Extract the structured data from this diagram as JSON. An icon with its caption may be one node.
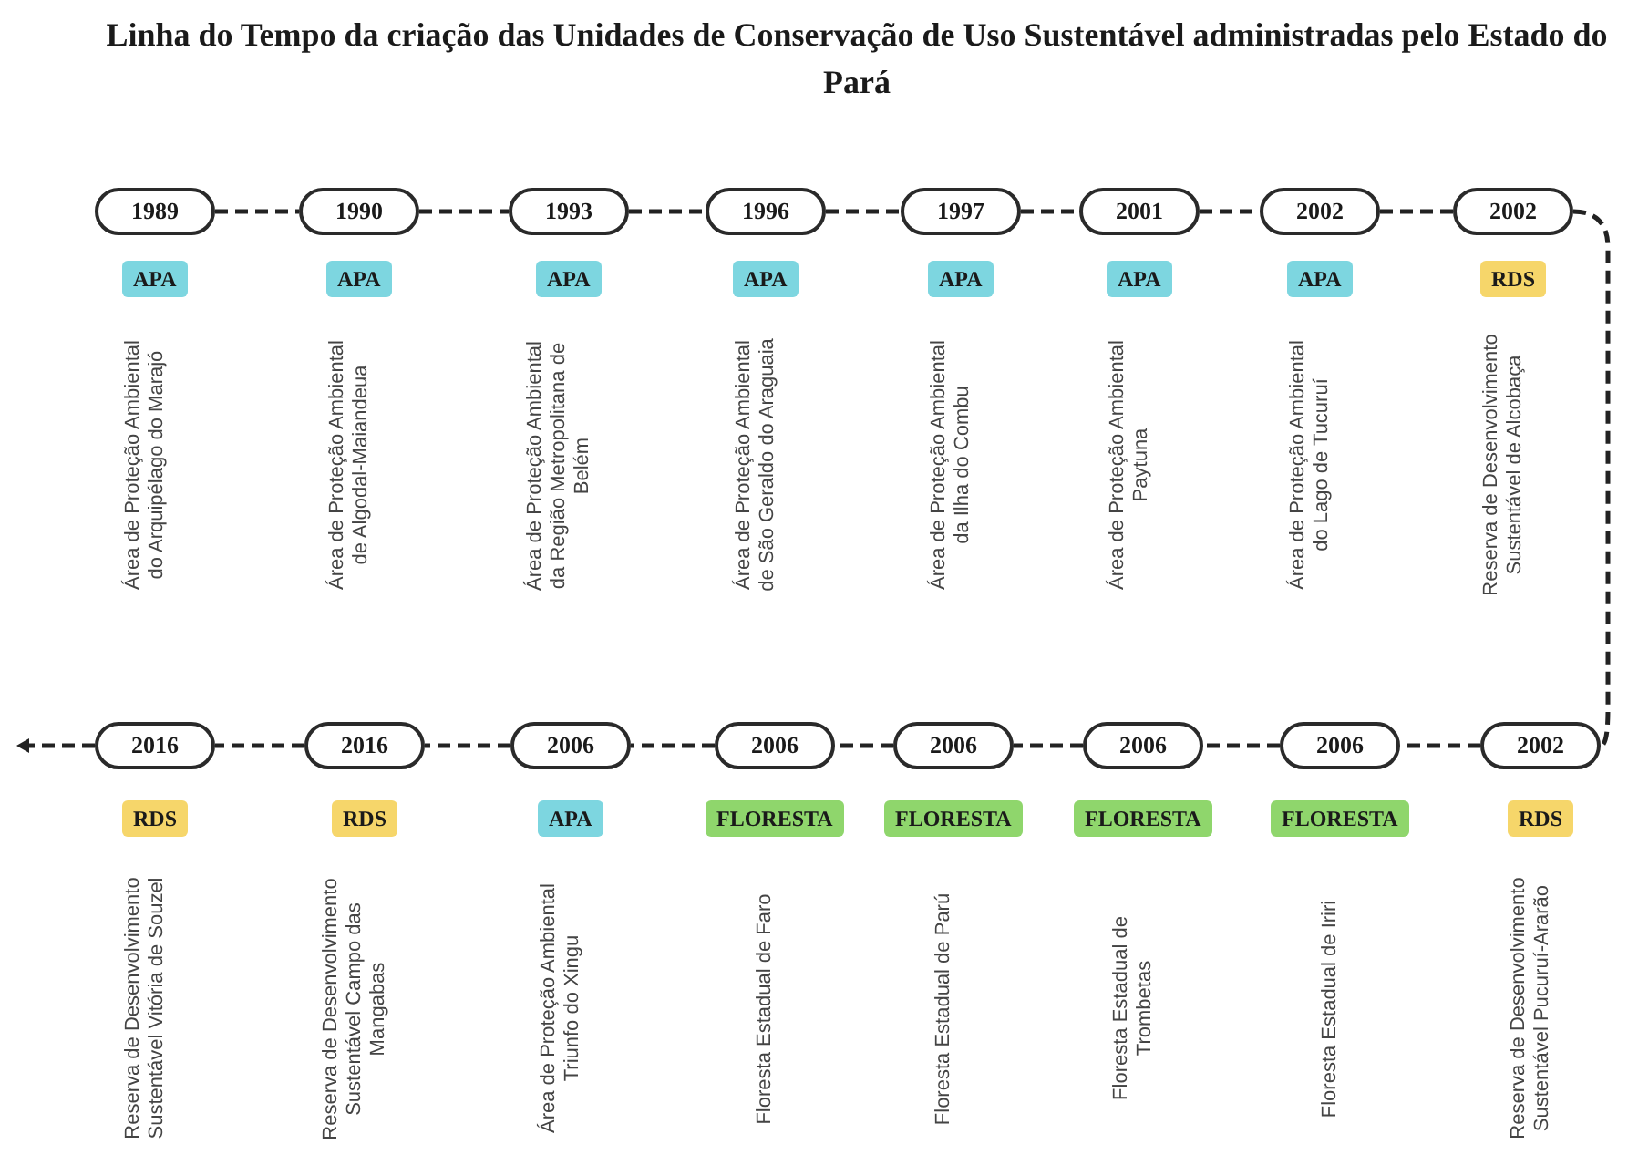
{
  "diagram": {
    "title": "Linha do Tempo da criação das Unidades de Conservação de Uso Sustentável administradas pelo Estado do Pará",
    "nodes": [
      {
        "text": [
          "1989"
        ]
      },
      {
        "text": [
          "APA"
        ],
        "beside": [
          "Área de Proteção Ambiental do Arquipélago do Marajó"
        ]
      },
      {
        "text": [
          "1990"
        ]
      },
      {
        "text": [
          "APA"
        ],
        "beside": [
          "Área de Proteção Ambiental de Algodal-Maiandeua"
        ]
      },
      {
        "text": [
          "1993"
        ]
      },
      {
        "text": [
          "APA"
        ],
        "beside": [
          "Área de Proteção Ambiental da Região Metropolitana de Belém"
        ]
      },
      {
        "text": [
          "1996"
        ]
      },
      {
        "text": [
          "APA"
        ],
        "beside": [
          "Área de Proteção Ambiental de São Geraldo do Araguaia"
        ]
      },
      {
        "text": [
          "1997"
        ]
      },
      {
        "text": [
          "APA"
        ],
        "beside": [
          "Área de Proteção Ambiental da Ilha do Combu"
        ]
      },
      {
        "text": [
          "2001"
        ]
      },
      {
        "text": [
          "APA"
        ],
        "beside": [
          "Área de Proteção Ambiental Paytuna"
        ]
      },
      {
        "text": [
          "2002"
        ]
      },
      {
        "text": [
          "APA"
        ],
        "beside": [
          "Área de Proteção Ambiental do Lago de Tucuruí"
        ]
      },
      {
        "text": [
          "2002"
        ]
      },
      {
        "text": [
          "RDS"
        ],
        "beside": [
          "Reserva de Desenvolvimento Sustentável de Alcobaça"
        ]
      },
      {
        "text": [
          "2002"
        ]
      },
      {
        "text": [
          "RDS"
        ],
        "beside": [
          "Reserva de Desenvolvimento Sustentável Pucuruí-Ararão"
        ]
      },
      {
        "text": [
          "2006"
        ]
      },
      {
        "text": [
          "FLORESTA"
        ],
        "beside": [
          "Floresta Estadual de Iriri"
        ]
      },
      {
        "text": [
          "2006"
        ]
      },
      {
        "text": [
          "FLORESTA"
        ],
        "beside": [
          "Floresta Estadual de Trombetas"
        ]
      },
      {
        "text": [
          "2006"
        ]
      },
      {
        "text": [
          "FLORESTA"
        ],
        "beside": [
          "Floresta Estadual de Parú"
        ]
      },
      {
        "text": [
          "2006"
        ]
      },
      {
        "text": [
          "FLORESTA"
        ],
        "beside": [
          "Floresta Estadual de Faro"
        ]
      },
      {
        "text": [
          "2006"
        ]
      },
      {
        "text": [
          "APA"
        ],
        "beside": [
          "Área de Proteção Ambiental Triunfo do Xingu"
        ]
      },
      {
        "text": [
          "2016"
        ]
      },
      {
        "text": [
          "RDS"
        ],
        "beside": [
          "Reserva de Desenvolvimento Sustentável Campo das Mangabas"
        ]
      },
      {
        "text": [
          "2016"
        ]
      },
      {
        "text": [
          "RDS"
        ],
        "beside": [
          "Reserva de Desenvolvimento Sustentável Vitória de Souzel"
        ]
      }
    ],
    "edges": [
      {
        "from": 0,
        "to": 2,
        "arrow": "none",
        "style": "dashed"
      },
      {
        "from": 2,
        "to": 4,
        "arrow": "none",
        "style": "dashed"
      },
      {
        "from": 4,
        "to": 6,
        "arrow": "none",
        "style": "dashed"
      },
      {
        "from": 6,
        "to": 8,
        "arrow": "none",
        "style": "dashed"
      },
      {
        "from": 8,
        "to": 10,
        "arrow": "none",
        "style": "dashed"
      },
      {
        "from": 10,
        "to": 12,
        "arrow": "none",
        "style": "dashed"
      },
      {
        "from": 12,
        "to": 14,
        "arrow": "none",
        "style": "dashed"
      },
      {
        "from": 14,
        "to": 16,
        "arrow": "none",
        "style": "dashed"
      },
      {
        "from": 16,
        "to": 18,
        "arrow": "none",
        "style": "dashed"
      },
      {
        "from": 18,
        "to": 20,
        "arrow": "none",
        "style": "dashed"
      },
      {
        "from": 20,
        "to": 22,
        "arrow": "none",
        "style": "dashed"
      },
      {
        "from": 22,
        "to": 24,
        "arrow": "none",
        "style": "dashed"
      },
      {
        "from": 24,
        "to": 26,
        "arrow": "none",
        "style": "dashed"
      },
      {
        "from": 26,
        "to": 28,
        "arrow": "none",
        "style": "dashed"
      },
      {
        "from": 28,
        "to": 30,
        "arrow": "none",
        "style": "dashed"
      },
      {
        "from": 30,
        "to": null,
        "arrow": "to",
        "style": "dashed"
      }
    ]
  }
}
